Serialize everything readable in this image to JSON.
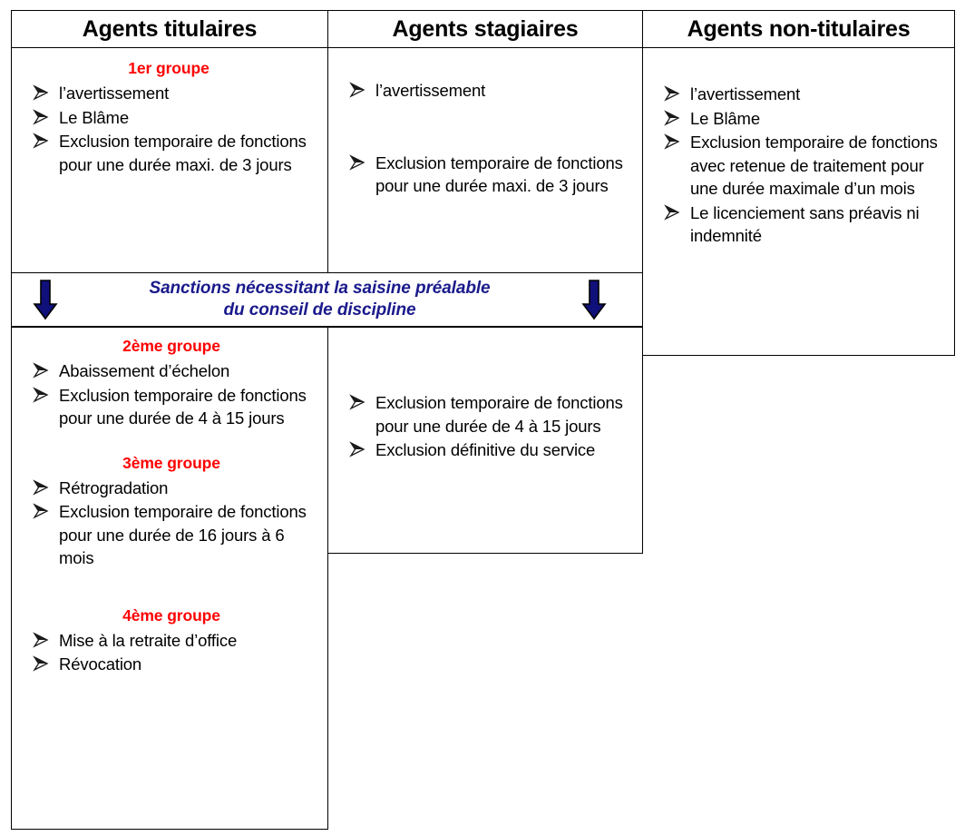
{
  "table": {
    "columns": [
      {
        "id": "titulaires",
        "header": "Agents titulaires",
        "sections_top": [
          {
            "group_title": "1er groupe",
            "items": [
              "l’avertissement",
              "Le Blâme",
              "Exclusion temporaire de fonctions pour une durée maxi. de 3 jours"
            ]
          }
        ],
        "sections_bottom": [
          {
            "group_title": "2ème groupe",
            "items": [
              "Abaissement d’échelon",
              "Exclusion temporaire de fonctions pour une durée de  4 à 15 jours"
            ]
          },
          {
            "group_title": "3ème groupe",
            "items": [
              "Rétrogradation",
              "Exclusion temporaire de fonctions pour une durée de 16 jours à 6 mois"
            ]
          },
          {
            "group_title": "4ème groupe",
            "items": [
              "Mise à la retraite d’office",
              "Révocation"
            ]
          }
        ]
      },
      {
        "id": "stagiaires",
        "header": "Agents stagiaires",
        "sections_top": [
          {
            "group_title": "",
            "items": [
              "l’avertissement",
              "Exclusion temporaire de fonctions pour une durée maxi. de 3 jours"
            ]
          }
        ],
        "sections_bottom": [
          {
            "group_title": "",
            "items": [
              "Exclusion temporaire de fonctions pour une durée de  4 à 15 jours",
              "Exclusion définitive du service"
            ]
          }
        ]
      },
      {
        "id": "non-titulaires",
        "header": "Agents non-titulaires",
        "sections_top": [
          {
            "group_title": "",
            "items": [
              "l’avertissement",
              "Le Blâme",
              "Exclusion temporaire de fonctions avec retenue de traitement pour une durée maximale d’un mois",
              "Le licenciement sans préavis ni indemnité"
            ]
          }
        ],
        "sections_bottom": []
      }
    ],
    "banner": {
      "line1": "Sanctions nécessitant la saisine préalable",
      "line2": "du conseil de discipline",
      "left_arrow": "down-arrow-icon",
      "right_arrow": "down-arrow-icon"
    }
  },
  "colors": {
    "group_title": "#FF0000",
    "banner_text": "#1A1A8C",
    "arrow_fill": "#10107A",
    "border": "#000000",
    "text": "#000000"
  },
  "icons": {
    "bullet": "arrowhead-bullet-icon",
    "banner_arrow": "down-arrow-icon"
  }
}
